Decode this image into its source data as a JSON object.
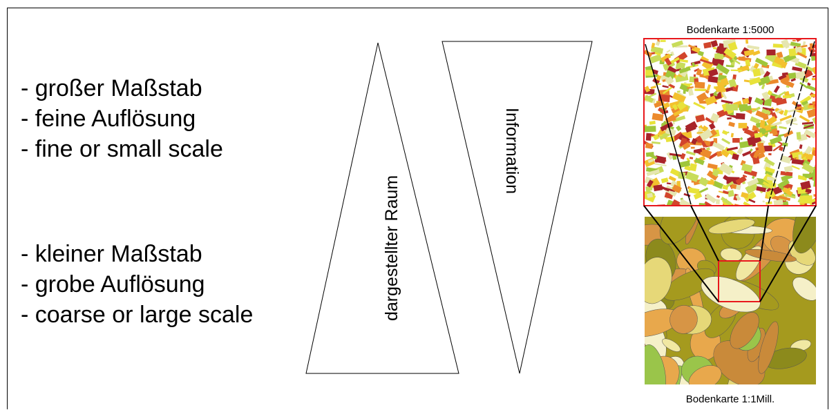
{
  "fine_list": [
    "- großer Maßstab",
    "- feine Auflösung",
    "- fine or small scale"
  ],
  "coarse_list": [
    "- kleiner Maßstab",
    "- grobe Auflösung",
    "- coarse or large scale"
  ],
  "triangle_space_label": "dargestellter Raum",
  "triangle_info_label": "Information",
  "map_fine_caption": "Bodenkarte 1:5000",
  "map_coarse_caption": "Bodenkarte 1:1Mill.",
  "colors": {
    "highlight": "#e8171c",
    "fine_map": [
      "#9fc63b",
      "#c8dc5a",
      "#e8e23a",
      "#f3c12e",
      "#ec8a2d",
      "#d2452c",
      "#a8242a",
      "#e6e6b0"
    ],
    "coarse_map": [
      "#a59a1e",
      "#8c8a1c",
      "#e8a84c",
      "#d79545",
      "#f1e8a2",
      "#f5f0c8",
      "#9ac54a",
      "#e6d878",
      "#c98a3a"
    ]
  }
}
